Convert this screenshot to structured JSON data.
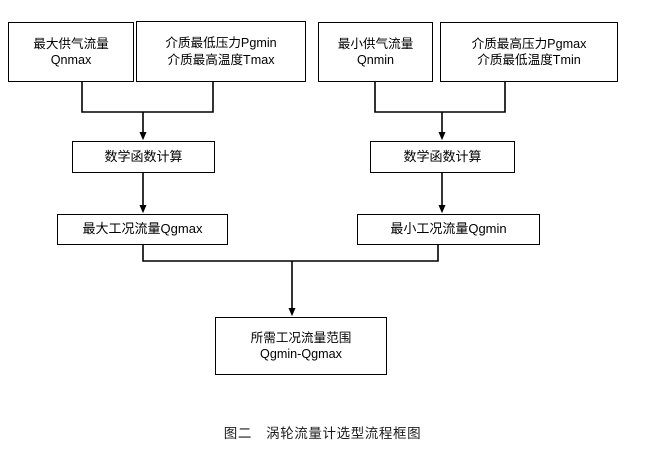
{
  "figure": {
    "caption": "图二　涡轮流量计选型流程框图",
    "background_color": "#ffffff",
    "line_color": "#000000",
    "text_color": "#000000"
  },
  "nodes": {
    "max_supply_flow": {
      "line1": "最大供气流量",
      "line2": "Qnmax"
    },
    "medium_min_pressure": {
      "line1": "介质最低压力Pgmin",
      "line2": "介质最高温度Tmax"
    },
    "min_supply_flow": {
      "line1": "最小供气流量",
      "line2": "Qnmin"
    },
    "medium_max_pressure": {
      "line1": "介质最高压力Pgmax",
      "line2": "介质最低温度Tmin"
    },
    "math_calc_left": {
      "line1": "数学函数计算"
    },
    "math_calc_right": {
      "line1": "数学函数计算"
    },
    "max_working_flow": {
      "line1": "最大工况流量Qgmax"
    },
    "min_working_flow": {
      "line1": "最小工况流量Qgmin"
    },
    "required_flow_range": {
      "line1": "所需工况流量范围",
      "line2": "Qgmin-Qgmax"
    }
  },
  "flow": {
    "edges": [
      {
        "from": "max_supply_flow",
        "to": "math_calc_left"
      },
      {
        "from": "medium_min_pressure",
        "to": "math_calc_left"
      },
      {
        "from": "math_calc_left",
        "to": "max_working_flow"
      },
      {
        "from": "min_supply_flow",
        "to": "math_calc_right"
      },
      {
        "from": "medium_max_pressure",
        "to": "math_calc_right"
      },
      {
        "from": "math_calc_right",
        "to": "min_working_flow"
      },
      {
        "from": "max_working_flow",
        "to": "required_flow_range"
      },
      {
        "from": "min_working_flow",
        "to": "required_flow_range"
      }
    ]
  }
}
